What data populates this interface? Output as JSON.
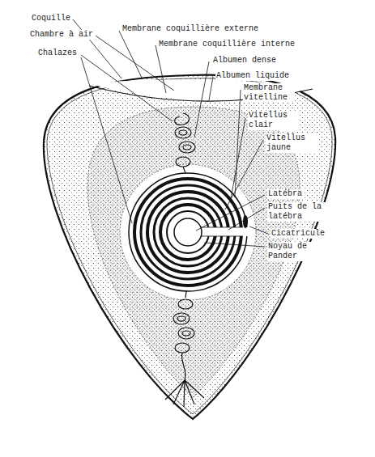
{
  "diagram": {
    "labels": [
      "Coquille",
      "Chambre à air",
      "Chalazes",
      "Membrane coquillière externe",
      "Membrane coquillière interne",
      "Albumen dense",
      "Albumen liquide",
      "Membrane vitelline",
      "Vitellus clair",
      "Vitellus jaune",
      "Latébra",
      "Puits de la latébra",
      "Cicatricule",
      "Noyau de Pander"
    ]
  }
}
